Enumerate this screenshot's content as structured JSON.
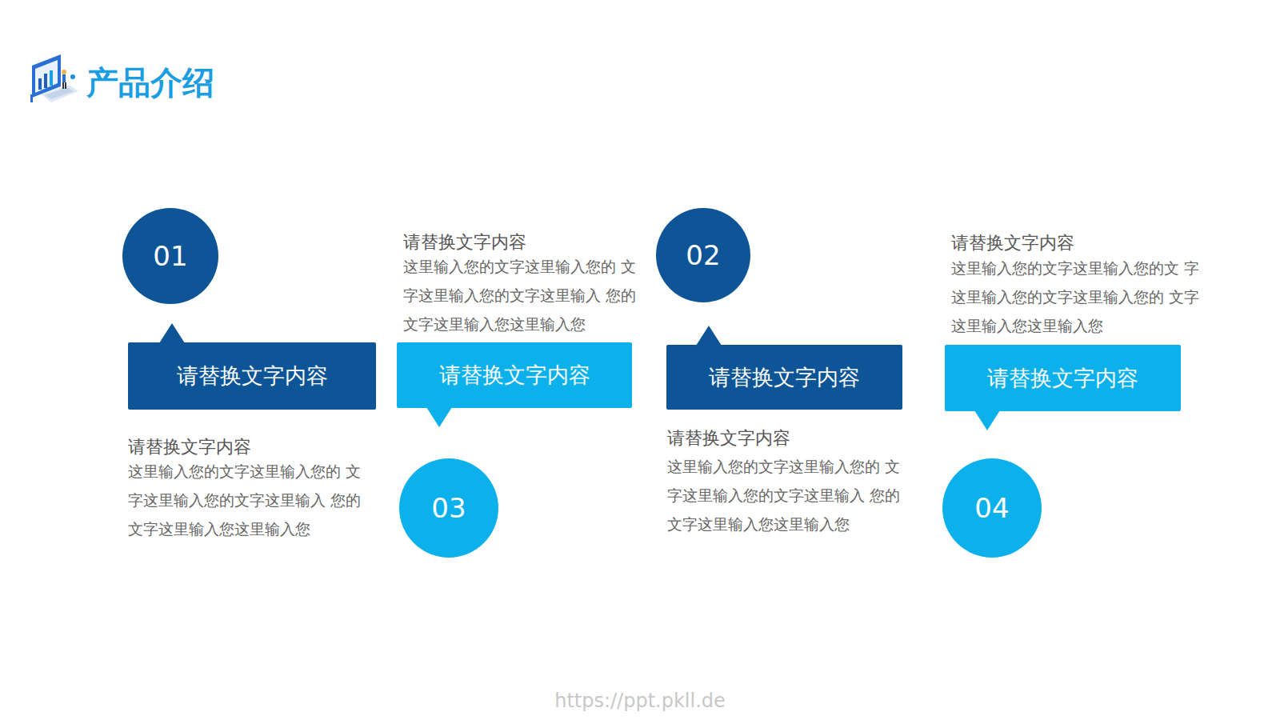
{
  "diagram": {
    "title": "产品介绍",
    "nodes": [
      {
        "text": [
          "01"
        ]
      },
      {
        "text": [
          "请替换文字内容"
        ]
      },
      {
        "text": [
          "请替换文字内容"
        ]
      },
      {
        "text": [
          "03"
        ]
      },
      {
        "text": [
          "02"
        ]
      },
      {
        "text": [
          "请替换文字内容"
        ]
      },
      {
        "text": [
          "请替换文字内容"
        ]
      },
      {
        "text": [
          "04"
        ]
      }
    ],
    "labels": [
      "请替换文字内容",
      "这里输入您的文字这里输入您的 文字这里输入您的文字这里输入 您的文字这里输入您这里输入您",
      "请替换文字内容",
      "这里输入您的文字这里输入您的 文字这里输入您的文字这里输入 您的文字这里输入您这里输入您",
      "请替换文字内容",
      "这里输入您的文字这里输入您的 文字这里输入您的文字这里输入 您的文字这里输入您这里输入您",
      "请替换文字内容",
      "这里输入您的文字这里输入您的文 字这里输入您的文字这里输入您的 文字这里输入您这里输入您",
      "https://ppt.pkll.de"
    ]
  }
}
